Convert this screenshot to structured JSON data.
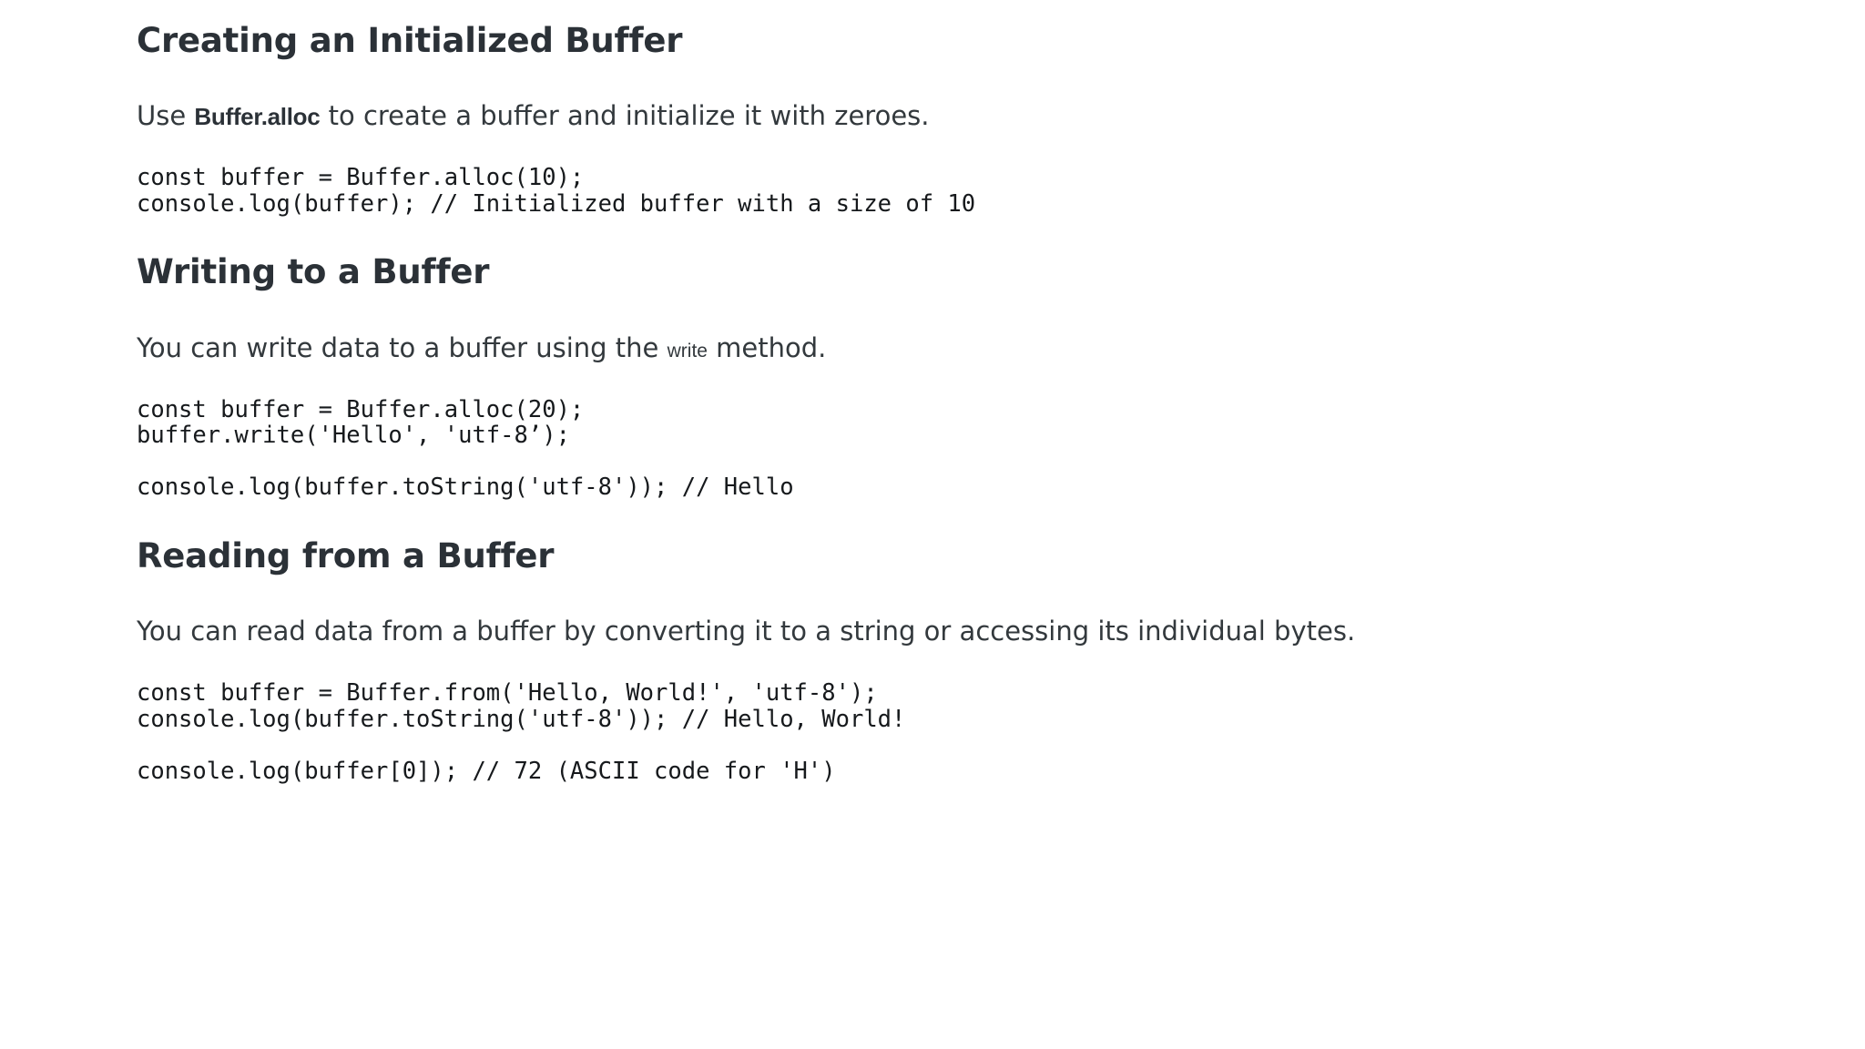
{
  "document": {
    "background_color": "#ffffff",
    "heading_color": "#2b3137",
    "body_color": "#33393d",
    "code_color": "#16191c",
    "sections": [
      {
        "heading": "Creating an Initialized Buffer",
        "paragraph": {
          "before": "Use ",
          "code": "Buffer.alloc",
          "after": " to create a buffer and initialize it with zeroes."
        },
        "code_block": "const buffer = Buffer.alloc(10);\nconsole.log(buffer); // Initialized buffer with a size of 10"
      },
      {
        "heading": "Writing to a Buffer",
        "paragraph": {
          "before": "You can write data to a buffer using the ",
          "code": "write",
          "after": " method."
        },
        "code_block": "const buffer = Buffer.alloc(20);\nbuffer.write('Hello', 'utf-8’);\n\nconsole.log(buffer.toString('utf-8')); // Hello"
      },
      {
        "heading": "Reading from a Buffer",
        "paragraph": {
          "before": "You can read data from a buffer by converting it to a string or accessing its individual bytes.",
          "code": "",
          "after": ""
        },
        "code_block": "const buffer = Buffer.from('Hello, World!', 'utf-8');\nconsole.log(buffer.toString('utf-8')); // Hello, World!\n\nconsole.log(buffer[0]); // 72 (ASCII code for 'H')"
      }
    ]
  }
}
